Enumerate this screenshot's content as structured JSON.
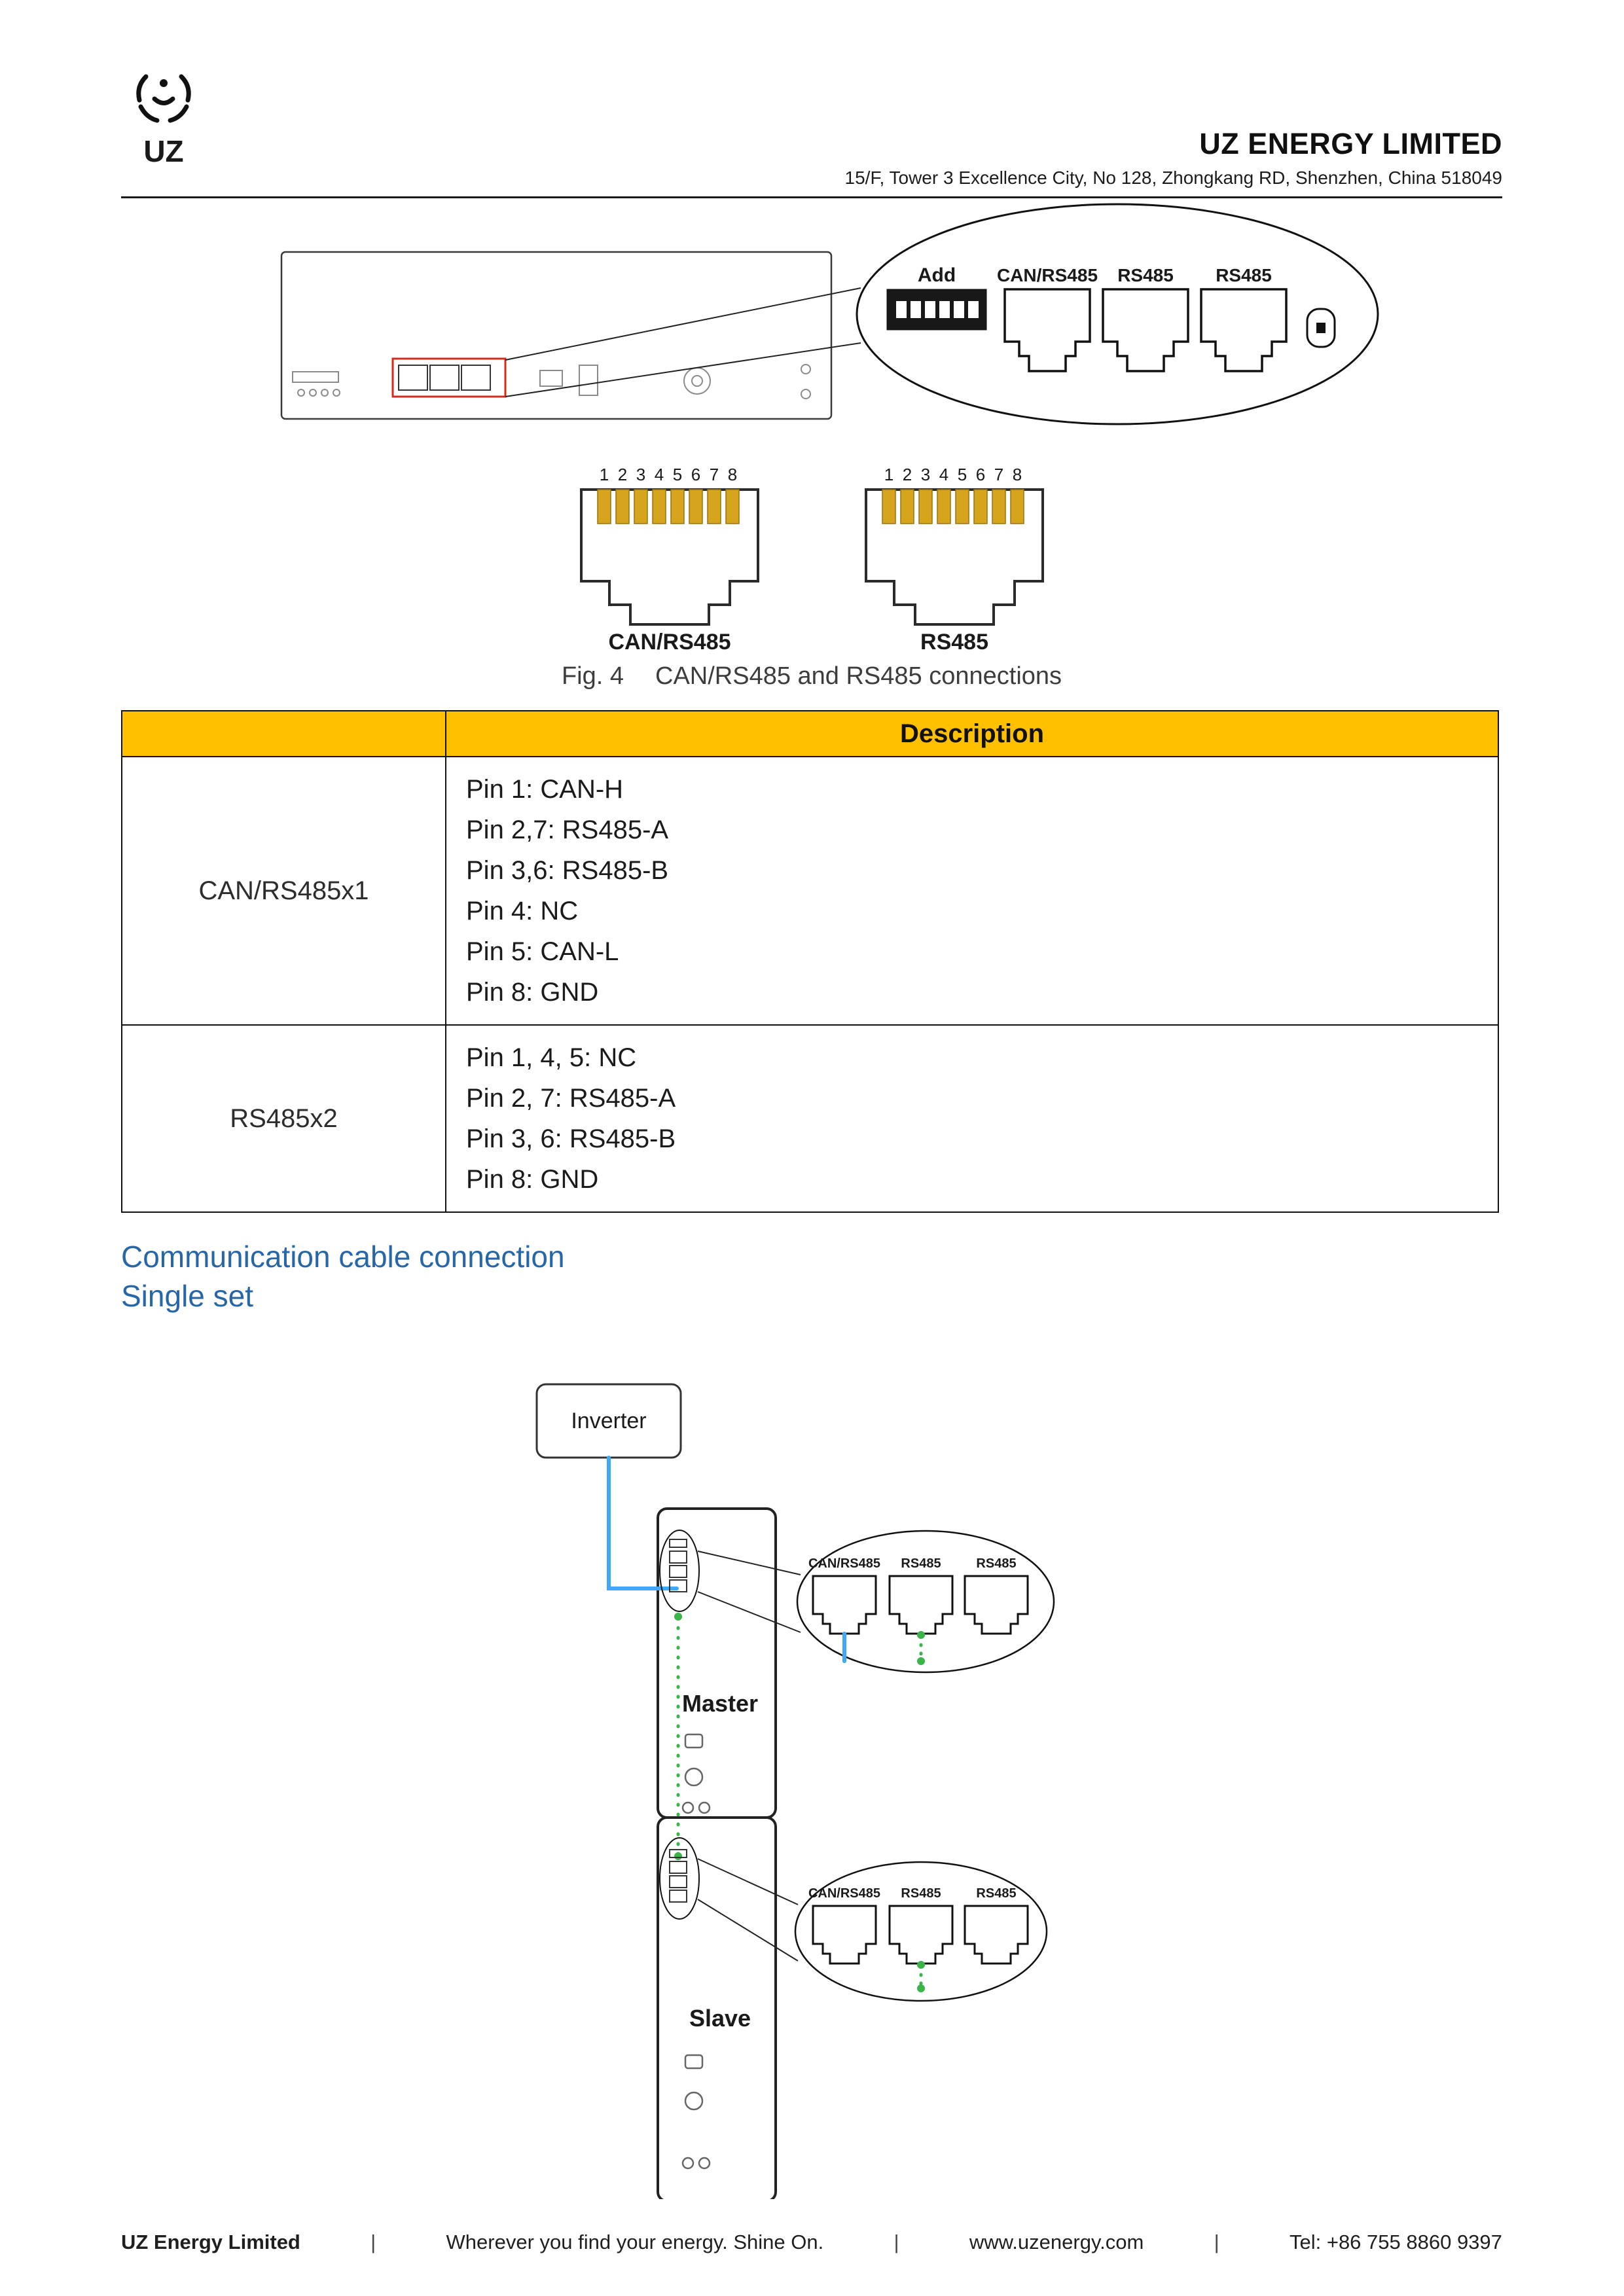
{
  "header": {
    "logo_text": "UZ",
    "company": "UZ ENERGY LIMITED",
    "address": "15/F, Tower 3 Excellence City, No 128, Zhongkang RD, Shenzhen, China 518049"
  },
  "device_figure": {
    "add_label": "Add",
    "port_labels": [
      "CAN/RS485",
      "RS485",
      "RS485"
    ]
  },
  "pin_diagrams": [
    {
      "label": "CAN/RS485",
      "pins": [
        "1",
        "2",
        "3",
        "4",
        "5",
        "6",
        "7",
        "8"
      ]
    },
    {
      "label": "RS485",
      "pins": [
        "1",
        "2",
        "3",
        "4",
        "5",
        "6",
        "7",
        "8"
      ]
    }
  ],
  "figure_caption": {
    "prefix": "Fig. 4",
    "text": "CAN/RS485 and RS485 connections"
  },
  "table": {
    "header": "Description",
    "rows": [
      {
        "name": "CAN/RS485x1",
        "lines": [
          "Pin 1: CAN-H",
          "Pin 2,7: RS485-A",
          "Pin 3,6: RS485-B",
          "Pin 4: NC",
          "Pin 5: CAN-L",
          "Pin 8: GND"
        ]
      },
      {
        "name": "RS485x2",
        "lines": [
          "Pin 1, 4, 5: NC",
          "Pin 2, 7: RS485-A",
          "Pin 3, 6: RS485-B",
          "Pin 8: GND"
        ]
      }
    ]
  },
  "headings": {
    "communication": "Communication cable connection",
    "single_set": "Single set"
  },
  "diagram": {
    "inverter_label": "Inverter",
    "master_label": "Master",
    "slave_label": "Slave",
    "top_ports": [
      "CAN/RS485",
      "RS485",
      "RS485"
    ],
    "bottom_ports": [
      "CAN/RS485",
      "RS485",
      "RS485"
    ]
  },
  "footer": {
    "company": "UZ Energy Limited",
    "tagline": "Wherever you find your energy. Shine On.",
    "website": "www.uzenergy.com",
    "phone": "Tel: +86 755 8860 9397",
    "separator": "|"
  },
  "colors": {
    "table_header_bg": "#FFC000",
    "heading_blue": "#2767A8",
    "label_red": "#E42A2A",
    "cable_blue": "#3FA9F5",
    "cable_green": "#3AB54A",
    "pin_gold": "#D7A41E"
  }
}
